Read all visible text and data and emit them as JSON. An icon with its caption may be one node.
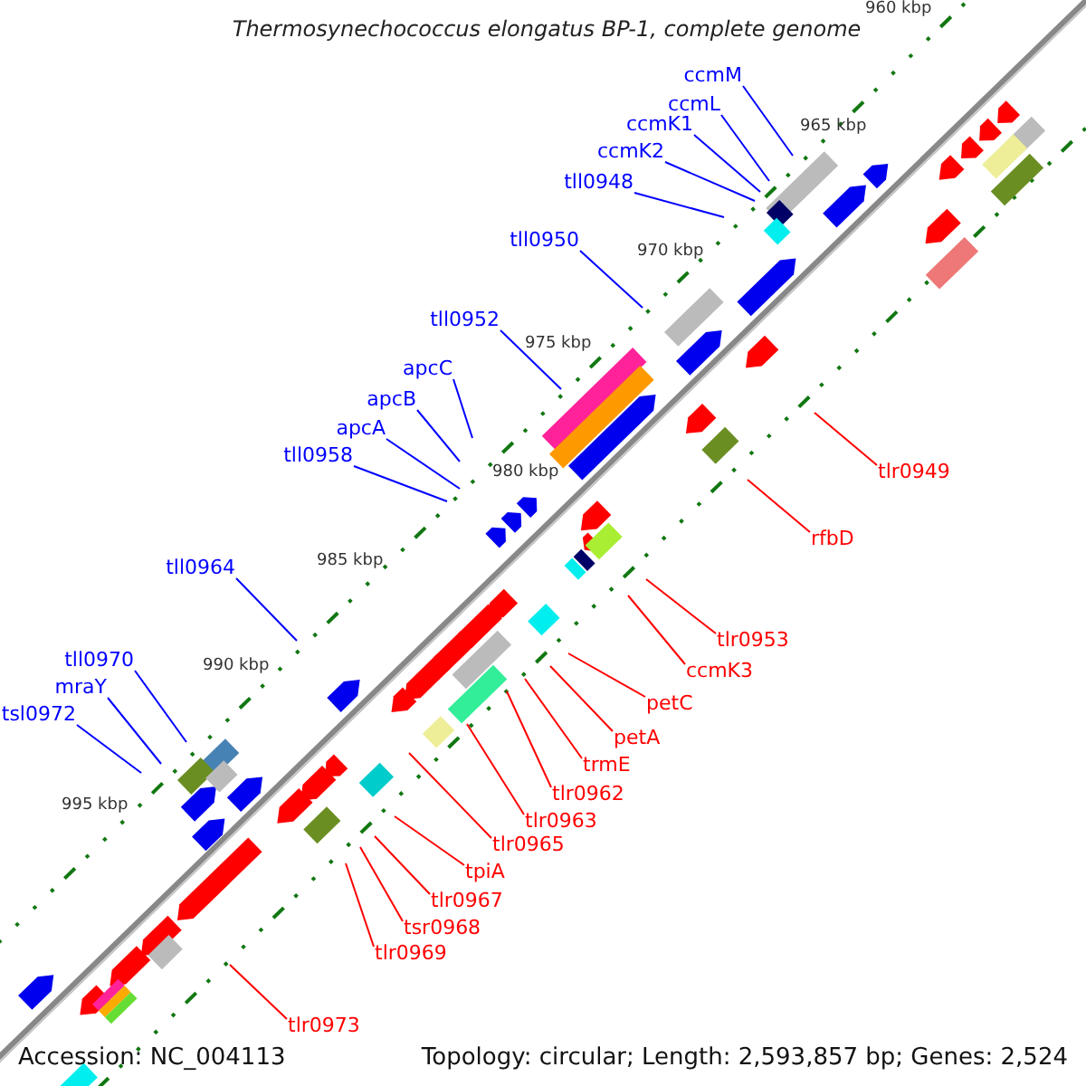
{
  "diagram": {
    "title": "Thermosynechococcus elongatus BP-1, complete genome",
    "nodes": [
      {
        "text": [
          "ccmM"
        ]
      },
      {
        "text": [
          "ccmL"
        ]
      },
      {
        "text": [
          "ccmK1"
        ]
      },
      {
        "text": [
          "ccmK2"
        ]
      },
      {
        "text": [
          "tll0948"
        ]
      },
      {
        "text": [
          "tll0950"
        ]
      },
      {
        "text": [
          "tll0952"
        ]
      },
      {
        "text": [
          "apcC"
        ]
      },
      {
        "text": [
          "apcB"
        ]
      },
      {
        "text": [
          "apcA"
        ]
      },
      {
        "text": [
          "tll0958"
        ]
      },
      {
        "text": [
          "tll0964"
        ]
      },
      {
        "text": [
          "tll0970"
        ]
      },
      {
        "text": [
          "mraY"
        ]
      },
      {
        "text": [
          "tsl0972"
        ]
      },
      {
        "text": [
          "tlr0949"
        ]
      },
      {
        "text": [
          "rfbD"
        ]
      },
      {
        "text": [
          "tlr0953"
        ]
      },
      {
        "text": [
          "ccmK3"
        ]
      },
      {
        "text": [
          "petC"
        ]
      },
      {
        "text": [
          "petA"
        ]
      },
      {
        "text": [
          "trmE"
        ]
      },
      {
        "text": [
          "tlr0962"
        ]
      },
      {
        "text": [
          "tlr0963"
        ]
      },
      {
        "text": [
          "tlr0965"
        ]
      },
      {
        "text": [
          "tpiA"
        ]
      },
      {
        "text": [
          "tlr0967"
        ]
      },
      {
        "text": [
          "tsr0968"
        ]
      },
      {
        "text": [
          "tlr0969"
        ]
      },
      {
        "text": [
          "tlr0973"
        ]
      }
    ],
    "edges": [
      {
        "from": 0,
        "to": null,
        "arrow": "none",
        "color": "#0000ff"
      },
      {
        "from": 1,
        "to": null,
        "arrow": "none",
        "color": "#0000ff"
      },
      {
        "from": 2,
        "to": null,
        "arrow": "none",
        "color": "#0000ff"
      },
      {
        "from": 3,
        "to": null,
        "arrow": "none",
        "color": "#0000ff"
      },
      {
        "from": 4,
        "to": null,
        "arrow": "none",
        "color": "#0000ff"
      },
      {
        "from": 5,
        "to": null,
        "arrow": "none",
        "color": "#0000ff"
      },
      {
        "from": 6,
        "to": null,
        "arrow": "none",
        "color": "#0000ff"
      },
      {
        "from": 7,
        "to": null,
        "arrow": "none",
        "color": "#0000ff"
      },
      {
        "from": 8,
        "to": null,
        "arrow": "none",
        "color": "#0000ff"
      },
      {
        "from": 9,
        "to": null,
        "arrow": "none",
        "color": "#0000ff"
      },
      {
        "from": 10,
        "to": null,
        "arrow": "none",
        "color": "#0000ff"
      },
      {
        "from": 11,
        "to": null,
        "arrow": "none",
        "color": "#0000ff"
      },
      {
        "from": 12,
        "to": null,
        "arrow": "none",
        "color": "#0000ff"
      },
      {
        "from": 13,
        "to": null,
        "arrow": "none",
        "color": "#0000ff"
      },
      {
        "from": 14,
        "to": null,
        "arrow": "none",
        "color": "#0000ff"
      },
      {
        "from": 15,
        "to": null,
        "arrow": "none",
        "color": "#ff0000"
      },
      {
        "from": 16,
        "to": null,
        "arrow": "none",
        "color": "#ff0000"
      },
      {
        "from": 17,
        "to": null,
        "arrow": "none",
        "color": "#ff0000"
      },
      {
        "from": 18,
        "to": null,
        "arrow": "none",
        "color": "#ff0000"
      },
      {
        "from": 19,
        "to": null,
        "arrow": "none",
        "color": "#ff0000"
      },
      {
        "from": 20,
        "to": null,
        "arrow": "none",
        "color": "#ff0000"
      },
      {
        "from": 21,
        "to": null,
        "arrow": "none",
        "color": "#ff0000"
      },
      {
        "from": 22,
        "to": null,
        "arrow": "none",
        "color": "#ff0000"
      },
      {
        "from": 23,
        "to": null,
        "arrow": "none",
        "color": "#ff0000"
      },
      {
        "from": 24,
        "to": null,
        "arrow": "none",
        "color": "#ff0000"
      },
      {
        "from": 25,
        "to": null,
        "arrow": "none",
        "color": "#ff0000"
      },
      {
        "from": 26,
        "to": null,
        "arrow": "none",
        "color": "#ff0000"
      },
      {
        "from": 27,
        "to": null,
        "arrow": "none",
        "color": "#ff0000"
      },
      {
        "from": 28,
        "to": null,
        "arrow": "none",
        "color": "#ff0000"
      },
      {
        "from": 29,
        "to": null,
        "arrow": "none",
        "color": "#ff0000"
      }
    ],
    "labels": [
      "960 kbp",
      "965 kbp",
      "970 kbp",
      "975 kbp",
      "980 kbp",
      "985 kbp",
      "990 kbp",
      "995 kbp",
      "Accession: NC_004113",
      "Topology: circular; Length: 2,593,857 bp; Genes: 2,524"
    ]
  }
}
